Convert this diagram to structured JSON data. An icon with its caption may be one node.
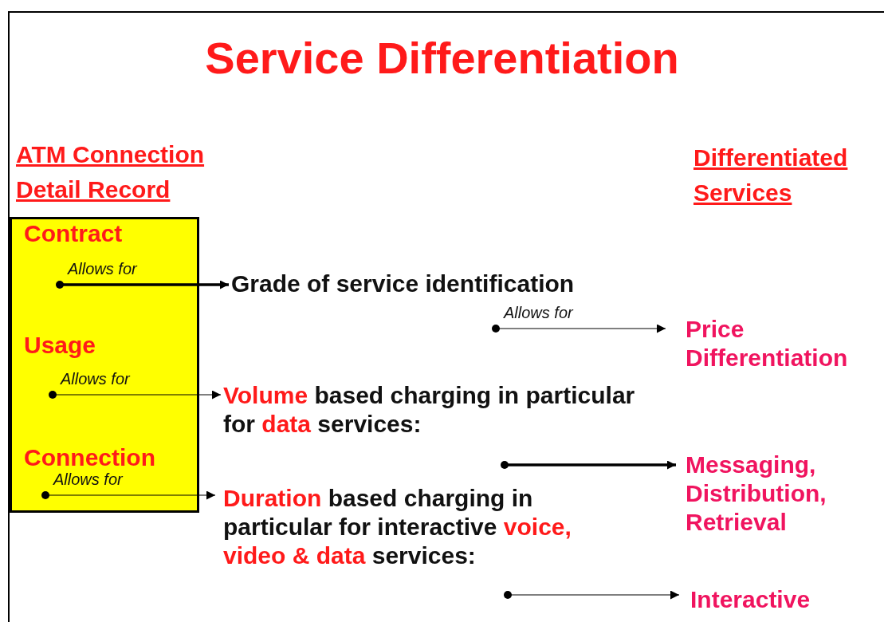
{
  "diagram": {
    "title": "Service Differentiation",
    "nodes": [
      {
        "text": [],
        "shape": "box"
      },
      {
        "text": [
          "Contract"
        ],
        "in": 0
      },
      {
        "text": [
          "Usage"
        ],
        "in": 0
      },
      {
        "text": [
          "Connection"
        ],
        "in": 0
      },
      {
        "text": [
          "Grade of service identification"
        ]
      },
      {
        "text": [
          "**Volume** based charging in particular for **data** services:"
        ]
      },
      {
        "text": [
          "**Duration** based charging in particular for interactive **voice, video & data** services:"
        ]
      },
      {
        "text": [
          "Price Differentiation"
        ]
      },
      {
        "text": [
          "Messaging, Distribution, Retrieval"
        ]
      },
      {
        "text": [
          "Interactive"
        ]
      }
    ],
    "edges": [
      {
        "from": 1,
        "to": 4,
        "arrow": "to",
        "label": "Allows for",
        "style": "thick"
      },
      {
        "from": 2,
        "to": 5,
        "arrow": "to",
        "label": "Allows for"
      },
      {
        "from": 3,
        "to": 6,
        "arrow": "to",
        "label": "Allows for"
      },
      {
        "from": 4,
        "to": 7,
        "arrow": "to",
        "label": "Allows for"
      },
      {
        "from": 5,
        "to": 8,
        "arrow": "to",
        "style": "thick"
      },
      {
        "from": 6,
        "to": 9,
        "arrow": "to"
      }
    ],
    "labels": [
      "ATM Connection Detail Record",
      "Differentiated Services"
    ]
  }
}
